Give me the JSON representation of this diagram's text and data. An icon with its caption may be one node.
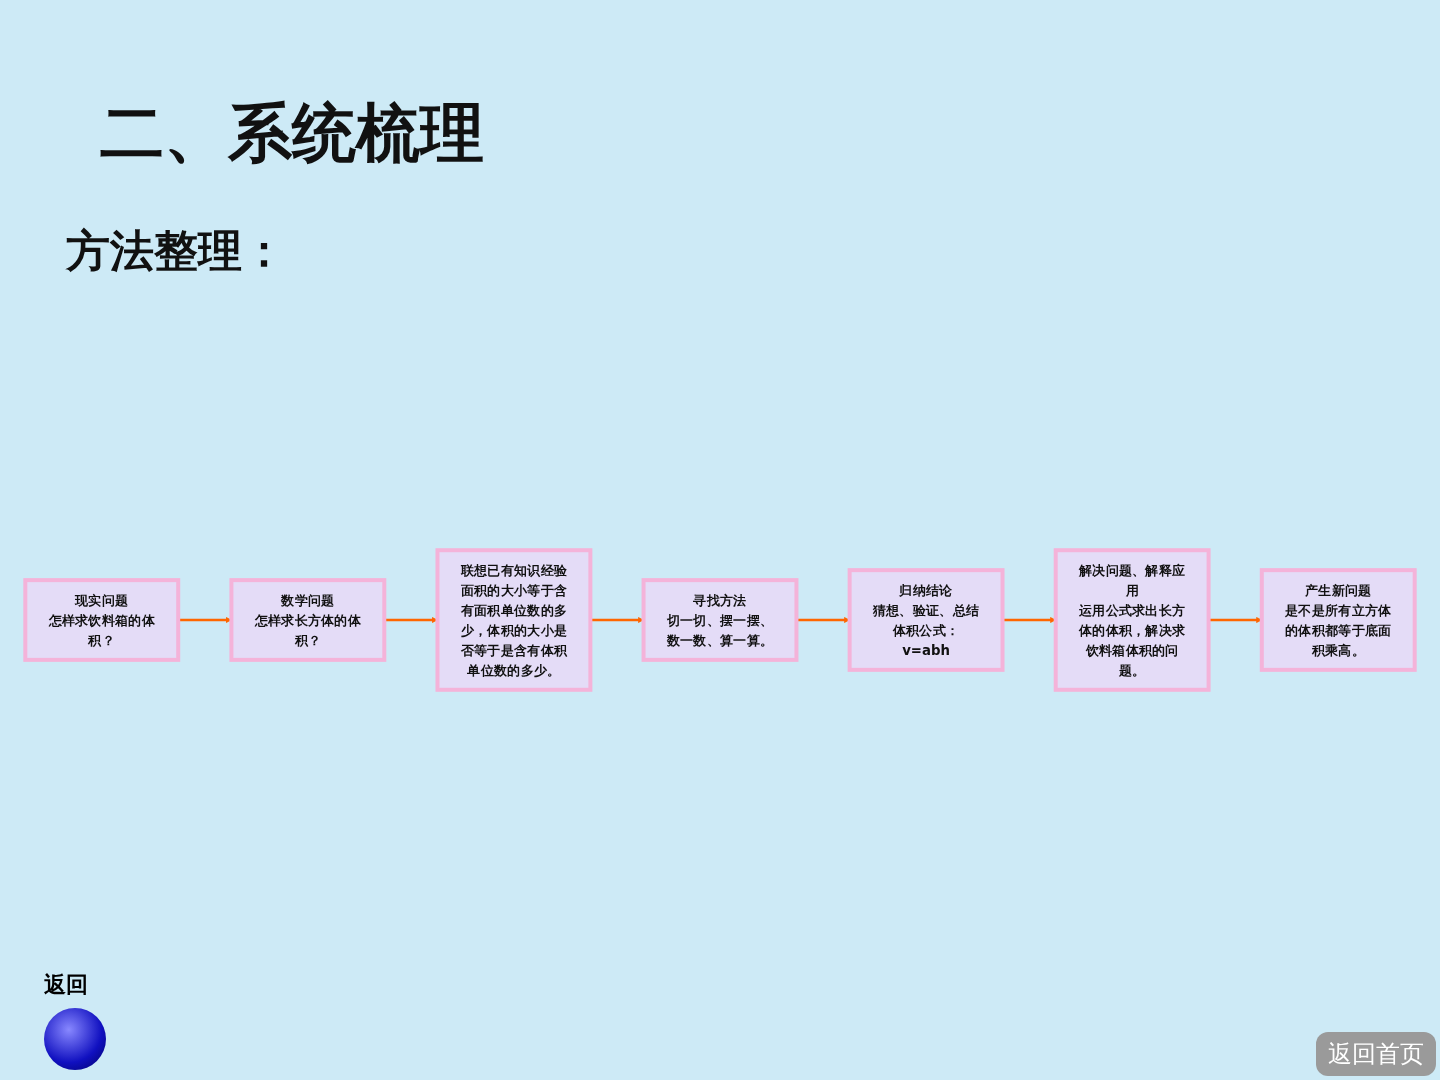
{
  "diagram": {
    "title": "二、系统梳理",
    "nodes": [
      {
        "text": [
          "现实问题",
          "怎样求饮料箱的体积？"
        ]
      },
      {
        "text": [
          "数学问题",
          "怎样求长方体的体积？"
        ]
      },
      {
        "text": [
          "联想已有知识经验",
          "面积的大小等于含有面积单位数的多少，体积的大小是否等于是含有体积单位数的多少。"
        ]
      },
      {
        "text": [
          "寻找方法",
          "切一切、摆一摆、数一数、算一算。"
        ]
      },
      {
        "text": [
          "归纳结论",
          "猜想、验证、总结体积公式：v=abh"
        ]
      },
      {
        "text": [
          "解决问题、解释应用",
          "运用公式求出长方体的体积，解决求饮料箱体积的问题。"
        ]
      },
      {
        "text": [
          "产生新问题",
          "是不是所有立方体的体积都等于底面积乘高。"
        ]
      }
    ],
    "edges": [
      {
        "from": 0,
        "to": 1,
        "arrow": "to"
      },
      {
        "from": 1,
        "to": 2,
        "arrow": "to"
      },
      {
        "from": 2,
        "to": 3,
        "arrow": "to"
      },
      {
        "from": 3,
        "to": 4,
        "arrow": "to"
      },
      {
        "from": 4,
        "to": 5,
        "arrow": "to"
      },
      {
        "from": 5,
        "to": 6,
        "arrow": "to"
      }
    ],
    "labels": [
      "方法整理：",
      "返回",
      "返回首页"
    ]
  }
}
